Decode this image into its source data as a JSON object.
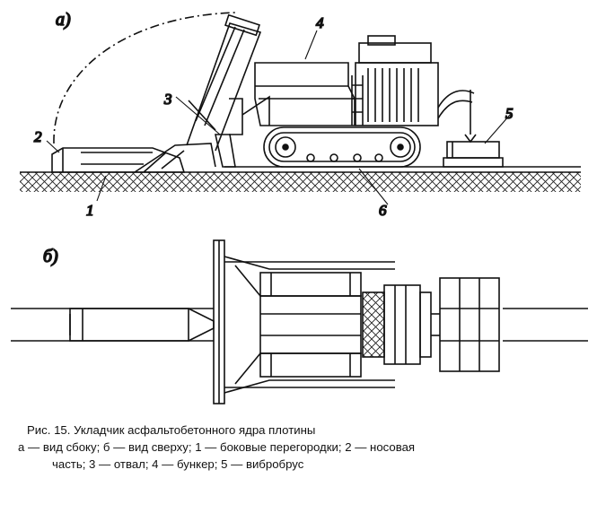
{
  "figure": {
    "view_a_label": "а)",
    "view_b_label": "б)",
    "part_labels": {
      "one": "1",
      "two": "2",
      "three": "3",
      "four": "4",
      "five": "5",
      "six": "6"
    }
  },
  "caption": {
    "title": "Рис. 15. Укладчик асфальтобетонного ядра плотины",
    "line1": "а — вид сбоку; б — вид сверху; 1 — боковые перегородки; 2 — носовая",
    "line2": "часть; 3 — отвал; 4 — бункер; 5 — вибробрус"
  }
}
